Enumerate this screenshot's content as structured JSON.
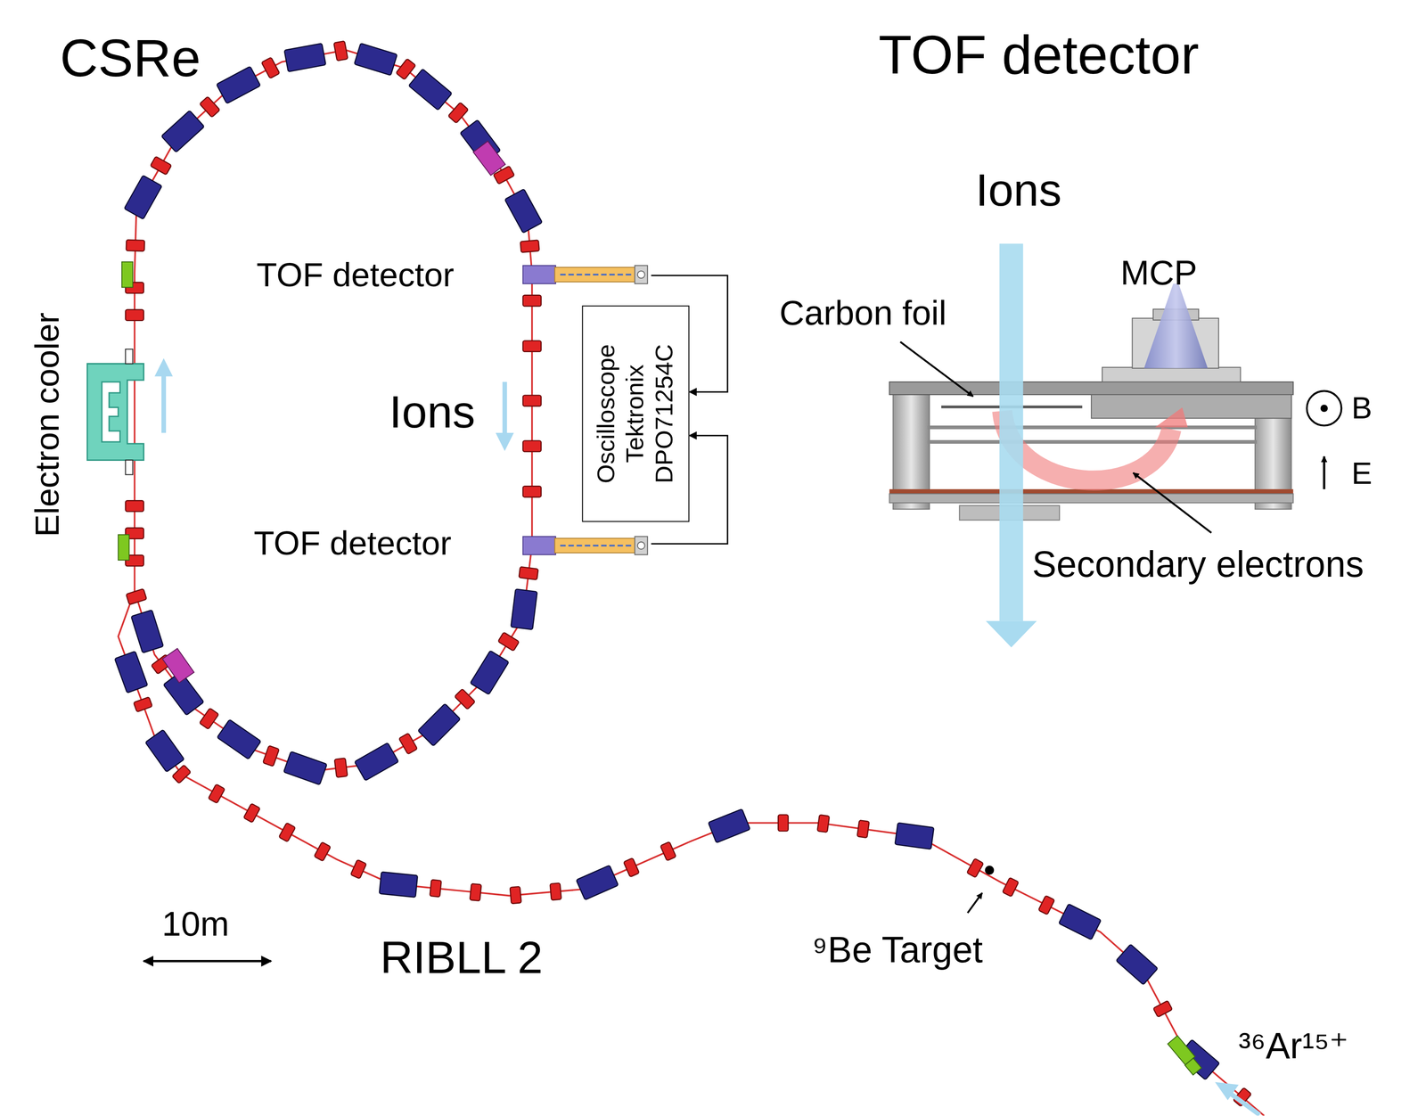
{
  "diagram": {
    "nodes": [
      {
        "text": [
          "TOF detector"
        ]
      },
      {
        "text": [
          "Oscilloscope Tektronix DPO71254C"
        ]
      },
      {
        "text": [
          "TOF detector"
        ]
      }
    ],
    "edges": [
      {
        "from": 0,
        "to": 1,
        "arrow": "to"
      },
      {
        "from": 2,
        "to": 1,
        "arrow": "to"
      }
    ],
    "labels": [
      "CSRe",
      "TOF detector",
      "Electron cooler",
      "Ions",
      "Ions",
      "MCP",
      "Carbon foil",
      "B",
      "E",
      "Secondary electrons",
      "10m",
      "RIBLL 2",
      "⁹Be Target",
      "³⁶Ar¹⁵⁺"
    ]
  }
}
